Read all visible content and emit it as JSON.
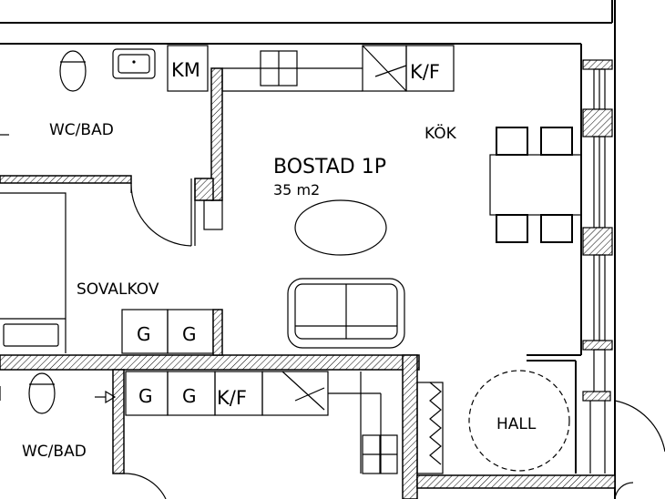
{
  "rooms": {
    "wc_bad_top": "WC/BAD",
    "kok": "KÖK",
    "bostad_name": "BOSTAD 1P",
    "bostad_area": "35 m2",
    "sovalkov": "SOVALKOV",
    "wc_bad_bottom": "WC/BAD",
    "hall": "HALL"
  },
  "fixtures": {
    "km": "KM",
    "kf_top": "K/F",
    "kf_bottom": "K/F",
    "g1": "G",
    "g2": "G",
    "g3": "G",
    "g4": "G"
  },
  "colors": {
    "line": "#000000",
    "background": "#ffffff"
  }
}
